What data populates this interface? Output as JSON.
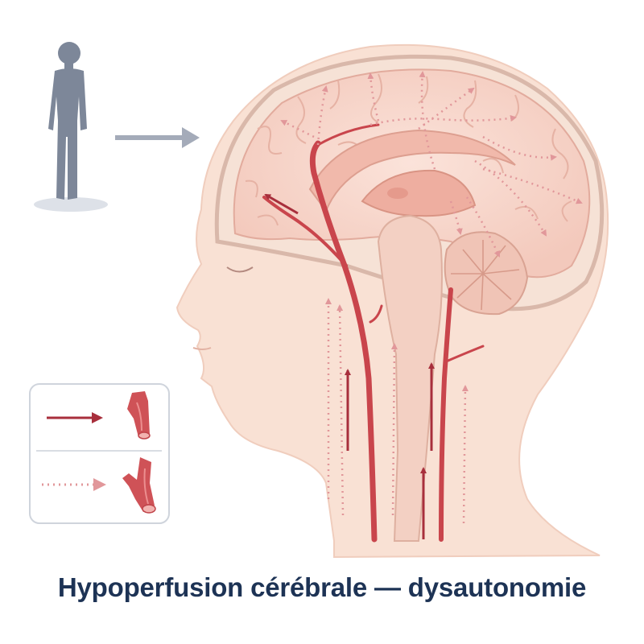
{
  "caption": "Hypoperfusion cérébrale — dysautonomie",
  "legend": {
    "items": [
      {
        "line_style": "solid",
        "icon": "normal-artery-icon"
      },
      {
        "line_style": "dotted",
        "icon": "narrowed-artery-icon"
      }
    ]
  },
  "colors": {
    "artery": "#c9454c",
    "skin": "#f9e1d4",
    "brain": "#f5cfc2",
    "figure": "#7d8799",
    "caption_text": "#1d3355",
    "posture_arrow": "#a4abb9"
  },
  "icons": {
    "standing_person": "standing-person-icon",
    "posture_arrow": "arrow-right-icon"
  }
}
